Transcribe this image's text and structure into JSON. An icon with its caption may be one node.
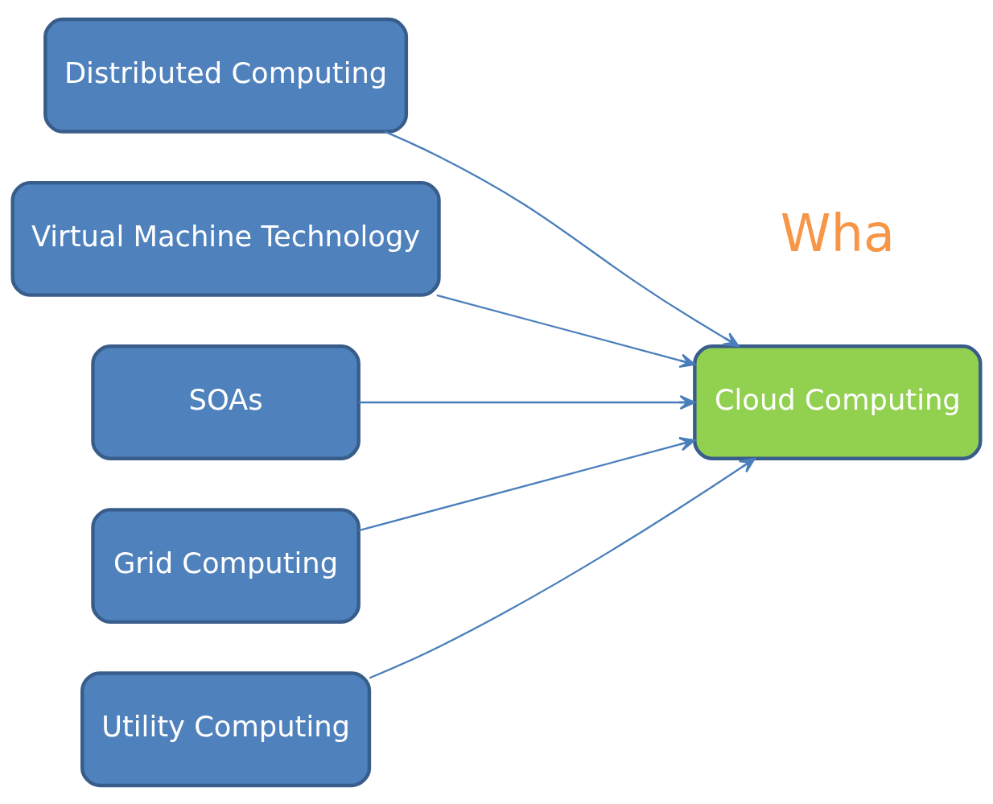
{
  "diagram": {
    "nodes": [
      {
        "text": [
          "Distributed Computing"
        ]
      },
      {
        "text": [
          "Virtual Machine Technology"
        ]
      },
      {
        "text": [
          "SOAs"
        ]
      },
      {
        "text": [
          "Grid Computing"
        ]
      },
      {
        "text": [
          "Utility Computing"
        ]
      },
      {
        "text": [
          "Cloud Computing"
        ]
      }
    ],
    "edges": [
      {
        "from": 0,
        "to": 5,
        "arrow": "to"
      },
      {
        "from": 1,
        "to": 5,
        "arrow": "to"
      },
      {
        "from": 2,
        "to": 5,
        "arrow": "to"
      },
      {
        "from": 3,
        "to": 5,
        "arrow": "to"
      },
      {
        "from": 4,
        "to": 5,
        "arrow": "to"
      }
    ],
    "labels": [
      "Wha"
    ]
  }
}
